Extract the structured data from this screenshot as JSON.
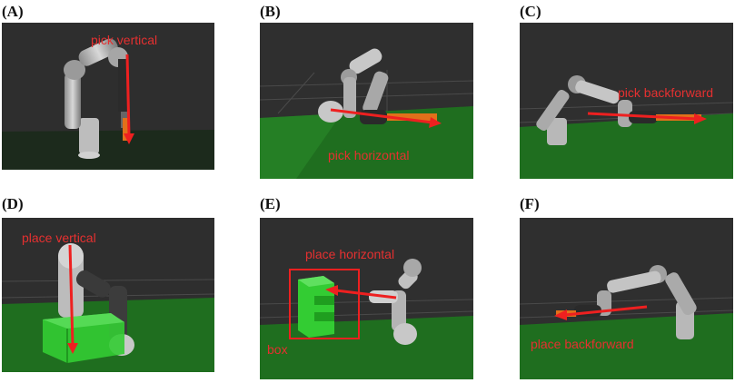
{
  "panels": [
    {
      "label": "(A)",
      "annotation": "pick vertical"
    },
    {
      "label": "(B)",
      "annotation": "pick horizontal"
    },
    {
      "label": "(C)",
      "annotation": "pick backforward"
    },
    {
      "label": "(D)",
      "annotation": "place vertical"
    },
    {
      "label": "(E)",
      "annotation": "place horizontal",
      "extra": "box"
    },
    {
      "label": "(F)",
      "annotation": "place backforward"
    }
  ],
  "colors": {
    "annotation": "#e53030",
    "arrow": "#ee2020",
    "ground": "#1f6e1f",
    "background": "#303030",
    "box": "#33cc33"
  }
}
